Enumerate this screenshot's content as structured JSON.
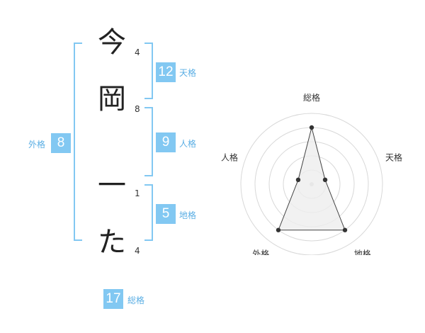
{
  "name": {
    "chars": [
      {
        "char": "今",
        "strokes": "4"
      },
      {
        "char": "岡",
        "strokes": "8"
      },
      {
        "char": "一",
        "strokes": "1"
      },
      {
        "char": "た",
        "strokes": "4"
      }
    ]
  },
  "kaku": {
    "tenkaku": {
      "value": "12",
      "label": "天格"
    },
    "jinkaku": {
      "value": "9",
      "label": "人格"
    },
    "chikaku": {
      "value": "5",
      "label": "地格"
    },
    "gaikaku": {
      "value": "8",
      "label": "外格"
    },
    "soukaku": {
      "value": "17",
      "label": "総格"
    }
  },
  "colors": {
    "accent": "#82c8f2",
    "accent_text": "#5aaee4",
    "radar_fill": "#eeeeee",
    "radar_line": "#444444"
  },
  "chart_data": {
    "type": "radar",
    "axes": [
      "総格",
      "天格",
      "地格",
      "外格",
      "人格"
    ],
    "values": [
      4,
      1,
      4,
      4,
      1
    ],
    "range": [
      0,
      5
    ],
    "rings": 5
  }
}
